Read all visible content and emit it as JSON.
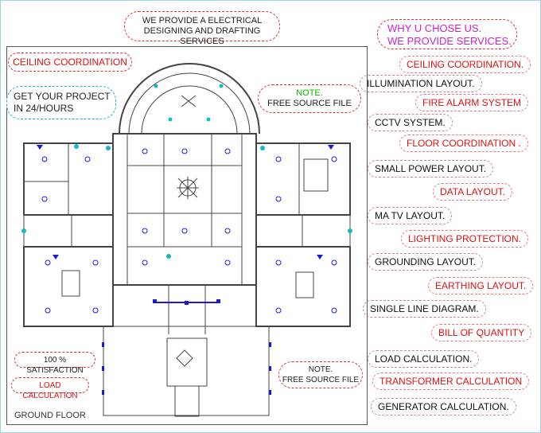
{
  "header": {
    "title_line1": "WE PROVIDE A ELECTRICAL",
    "title_line2": "DESIGNING AND DRAFTING  SERVICES"
  },
  "left_notes": {
    "ceiling": "CEILING COORDINATION",
    "project_line1": "GET YOUR PROJECT",
    "project_line2": "IN 24/HOURS",
    "satisfaction": "100 % SATISFACTION",
    "load": "LOAD CALCULATION",
    "ground_floor": "GROUND FLOOR"
  },
  "note_top": {
    "label": "NOTE.",
    "text": "FREE SOURCE FILE"
  },
  "note_bottom": {
    "label": "NOTE.",
    "text": "FREE SOURCE FILE"
  },
  "why": {
    "line1": "WHY U CHOSE US.",
    "line2": "WE PROVIDE SERVICES."
  },
  "services": [
    {
      "label": "CEILING COORDINATION.",
      "color": "red"
    },
    {
      "label": "ILLUMINATION LAYOUT.",
      "color": "black"
    },
    {
      "label": "FIRE ALARM SYSTEM",
      "color": "red"
    },
    {
      "label": "CCTV SYSTEM.",
      "color": "black"
    },
    {
      "label": "FLOOR COORDINATION .",
      "color": "red"
    },
    {
      "label": "SMALL POWER LAYOUT.",
      "color": "black"
    },
    {
      "label": "DATA LAYOUT.",
      "color": "red"
    },
    {
      "label": "MA TV LAYOUT.",
      "color": "black"
    },
    {
      "label": "LIGHTING PROTECTION.",
      "color": "red"
    },
    {
      "label": "GROUNDING LAYOUT.",
      "color": "black"
    },
    {
      "label": "EARTHING LAYOUT.",
      "color": "red"
    },
    {
      "label": "SINGLE LINE DIAGRAM.",
      "color": "black"
    },
    {
      "label": "BILL OF QUANTITY",
      "color": "red"
    },
    {
      "label": "LOAD CALCULATION.",
      "color": "black"
    },
    {
      "label": "TRANSFORMER CALCULATION",
      "color": "red"
    },
    {
      "label": "GENERATOR CALCULATION.",
      "color": "black"
    }
  ],
  "colors": {
    "accent_red": "#d11111",
    "accent_magenta": "#cc22cc",
    "accent_green": "#00bb00",
    "plan_line": "#444444",
    "fixture_blue": "#1a1ad6",
    "fixture_cyan": "#19b6c8"
  }
}
